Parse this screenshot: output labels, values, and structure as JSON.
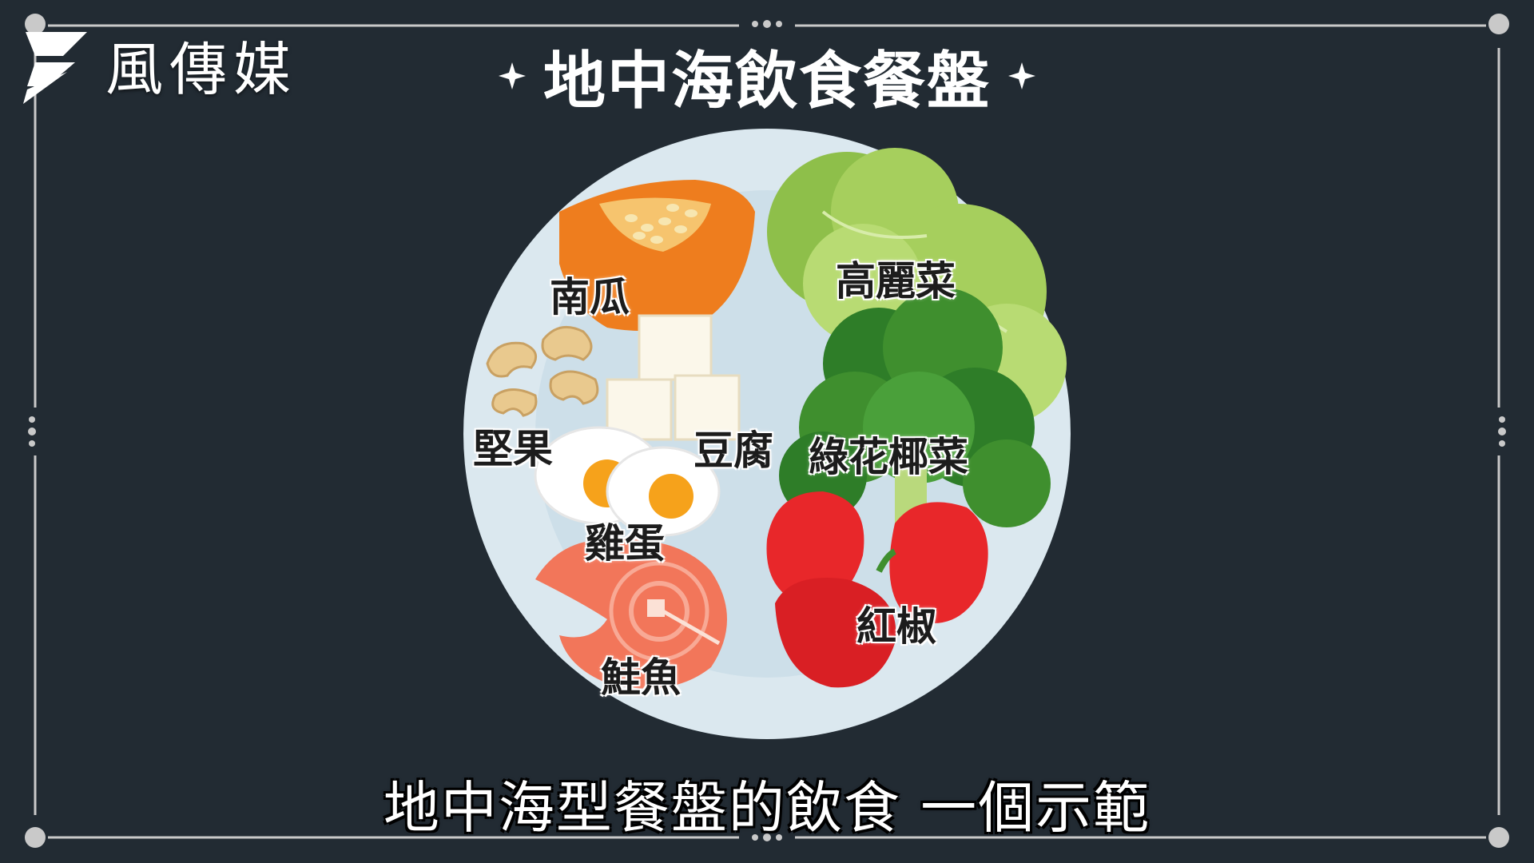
{
  "brand": {
    "name": "風傳媒",
    "icon": "brand-logo-icon"
  },
  "title": "地中海飲食餐盤",
  "title_decoration_icon": "diamond-icon",
  "plate": {
    "foods": [
      {
        "id": "pumpkin",
        "label": "南瓜"
      },
      {
        "id": "cabbage",
        "label": "高麗菜"
      },
      {
        "id": "nuts",
        "label": "堅果"
      },
      {
        "id": "tofu",
        "label": "豆腐"
      },
      {
        "id": "broccoli",
        "label": "綠花椰菜"
      },
      {
        "id": "egg",
        "label": "雞蛋"
      },
      {
        "id": "red-pepper",
        "label": "紅椒"
      },
      {
        "id": "salmon",
        "label": "鮭魚"
      }
    ]
  },
  "subtitle": "地中海型餐盤的飲食 一個示範",
  "colors": {
    "background": "#222b33",
    "frame": "#c9c9c9",
    "plate": "#dbe8ef",
    "pumpkin": "#ee7d1e",
    "cabbage": "#a6cf5d",
    "broccoli": "#3f8f2e",
    "pepper": "#e8272a",
    "salmon": "#f2765a"
  }
}
